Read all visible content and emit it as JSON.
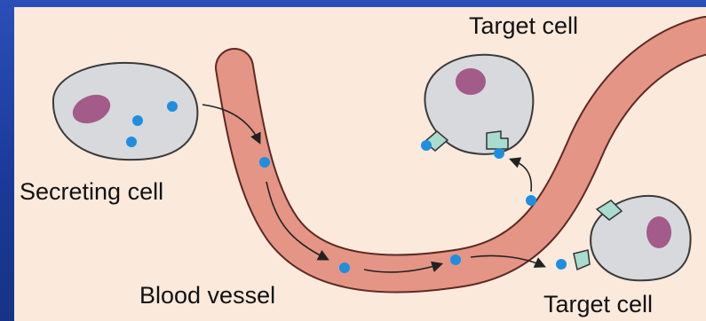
{
  "labels": {
    "secreting_cell": "Secreting cell",
    "blood_vessel": "Blood vessel",
    "target_cell_top": "Target cell",
    "target_cell_bottom": "Target cell"
  },
  "colors": {
    "background": "#1f3f9e",
    "panel": "#fbe9dc",
    "vessel_fill": "#e59585",
    "vessel_edge": "#5b2a22",
    "cell_fill": "#d7d9dc",
    "nucleus": "#a35b8a",
    "hormone": "#1e8fe0",
    "receptor": "#a9dccd"
  },
  "icons": {
    "hormone": "blue-dot-icon",
    "receptor": "receptor-icon",
    "arrow": "arrow-icon"
  }
}
